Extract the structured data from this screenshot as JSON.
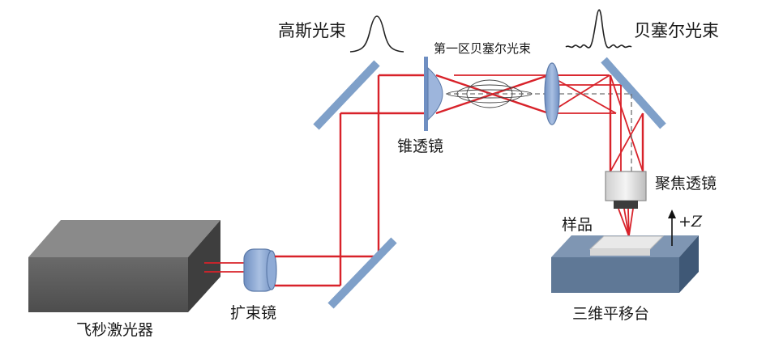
{
  "labels": {
    "laser": "飞秒激光器",
    "expander": "扩束镜",
    "gaussian_beam": "高斯光束",
    "axicon": "锥透镜",
    "first_zone": "第一区贝塞尔光束",
    "bessel_beam": "贝塞尔光束",
    "focus_lens": "聚焦透镜",
    "sample": "样品",
    "stage": "三维平移台",
    "z_axis": "+Z"
  },
  "colors": {
    "beam": "#d8222a",
    "mirror": "#7fa0c9",
    "lens": "#7f9fcf",
    "stage": "#5f7896",
    "laser_body": "#5a5a5a"
  }
}
